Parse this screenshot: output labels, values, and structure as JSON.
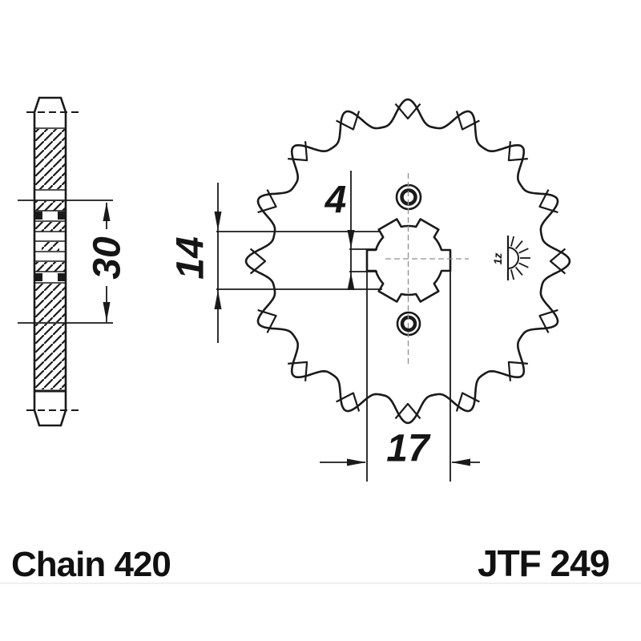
{
  "page": {
    "background": "#ffffff"
  },
  "drawing": {
    "labels": {
      "chain": "Chain 420",
      "part_number": "JTF 249"
    },
    "dimensions": {
      "hub_width": "30",
      "bore_diameter": "14",
      "spline_slot": "4",
      "spline_od": "17"
    },
    "surface_mark": "1z",
    "sprocket": {
      "teeth": 16
    },
    "colors": {
      "line": "#1a1a1a",
      "centerline": "#8f8f8f"
    }
  }
}
